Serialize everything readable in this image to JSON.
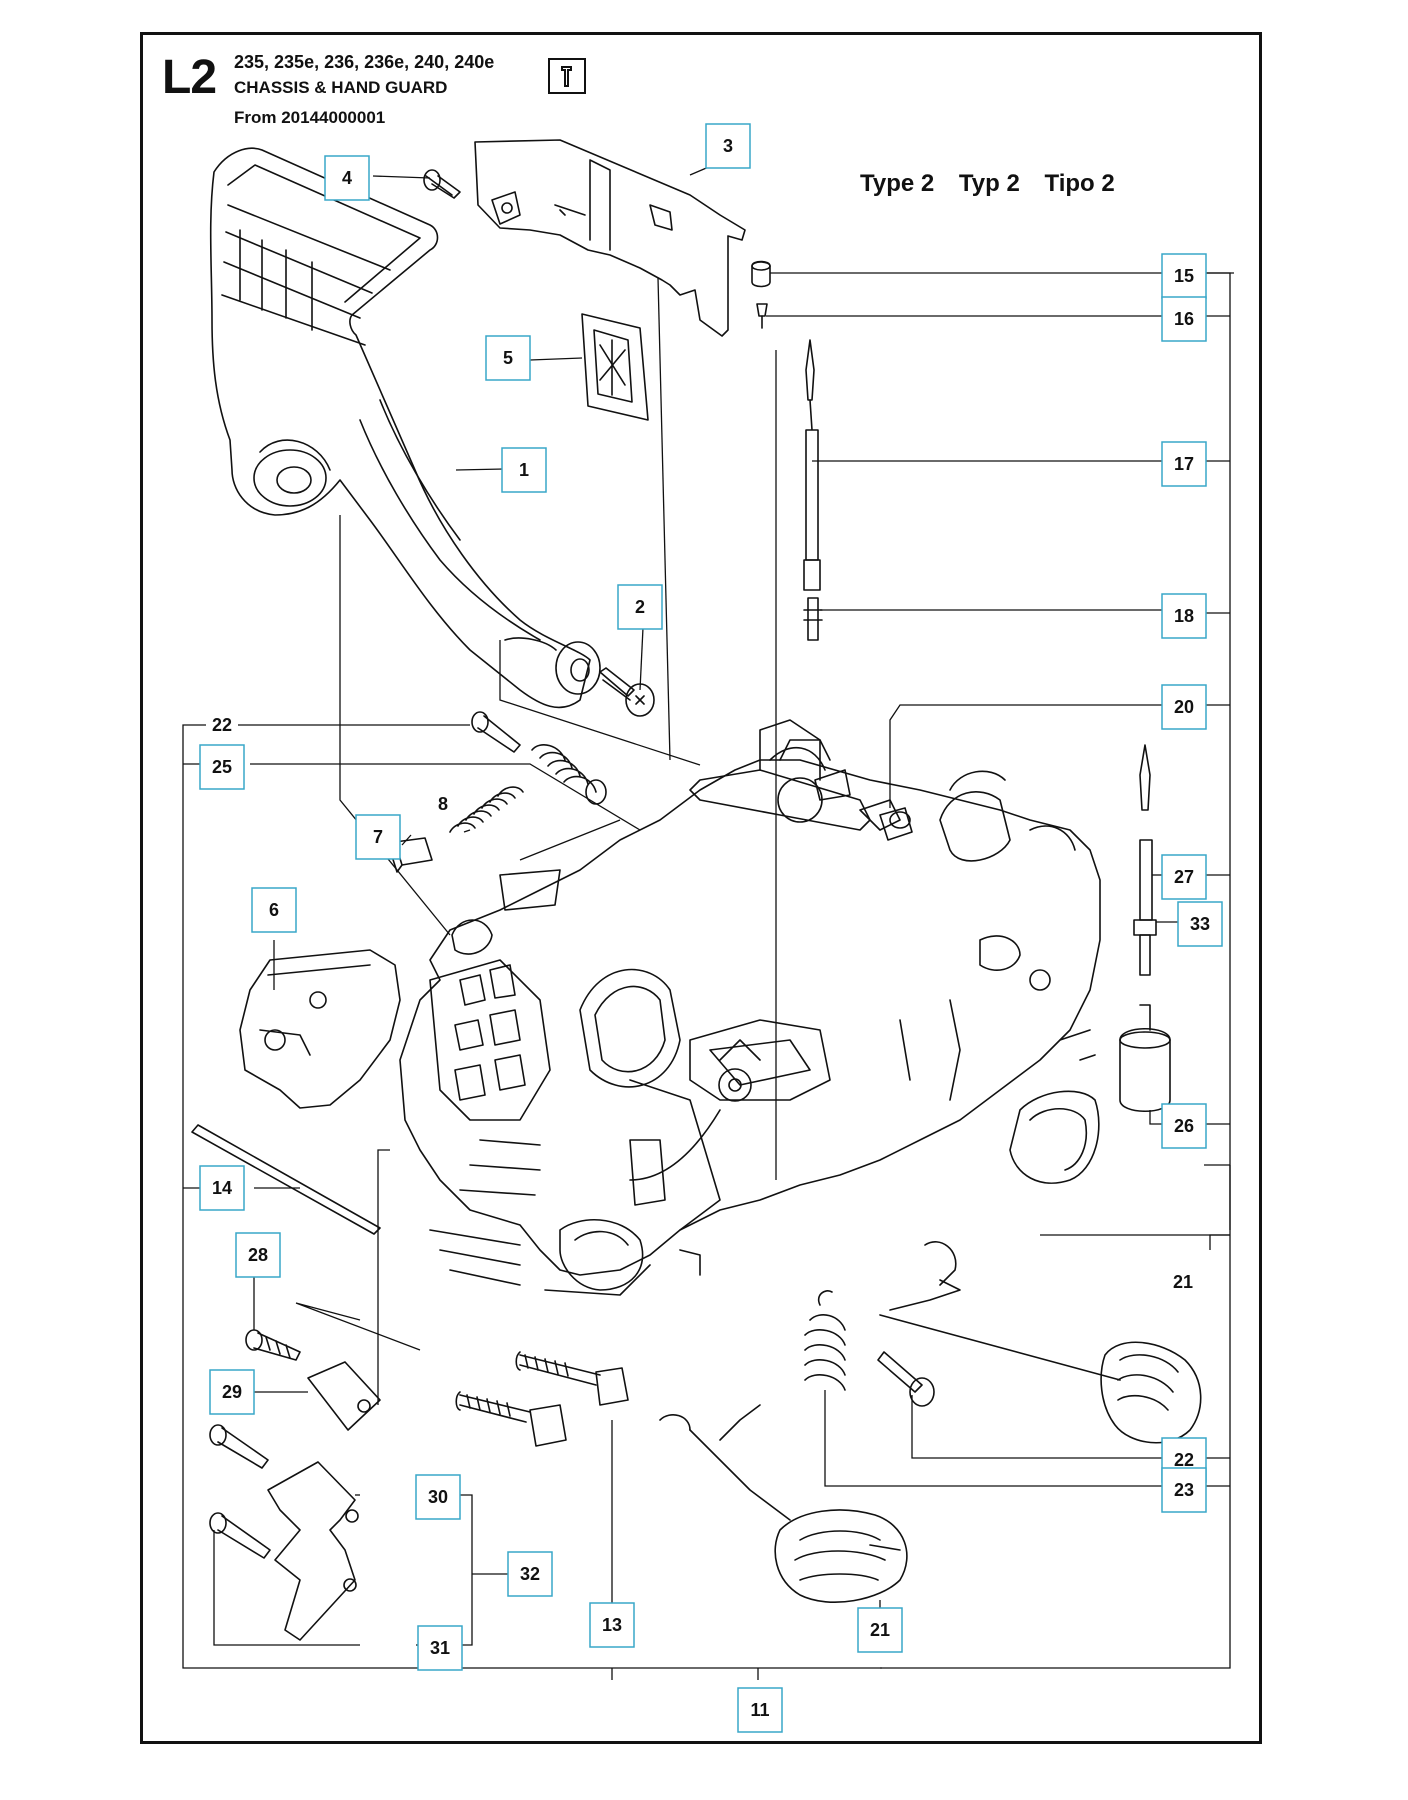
{
  "header": {
    "code": "L2",
    "models": "235, 235e, 236, 236e, 240, 240e",
    "title": "CHASSIS & HAND GUARD",
    "from": "From 20144000001",
    "tool_icon": "wrench-icon"
  },
  "types": [
    "Type 2",
    "Typ 2",
    "Tipo 2"
  ],
  "callouts": [
    {
      "id": "c1",
      "text": "1",
      "boxed": true
    },
    {
      "id": "c2",
      "text": "2",
      "boxed": true
    },
    {
      "id": "c3",
      "text": "3",
      "boxed": true
    },
    {
      "id": "c4",
      "text": "4",
      "boxed": true
    },
    {
      "id": "c5",
      "text": "5",
      "boxed": true
    },
    {
      "id": "c6",
      "text": "6",
      "boxed": true
    },
    {
      "id": "c7",
      "text": "7",
      "boxed": true
    },
    {
      "id": "c8",
      "text": "8",
      "boxed": false
    },
    {
      "id": "c11",
      "text": "11",
      "boxed": true
    },
    {
      "id": "c13",
      "text": "13",
      "boxed": true
    },
    {
      "id": "c14",
      "text": "14",
      "boxed": true
    },
    {
      "id": "c15",
      "text": "15",
      "boxed": true
    },
    {
      "id": "c16",
      "text": "16",
      "boxed": true
    },
    {
      "id": "c17",
      "text": "17",
      "boxed": true
    },
    {
      "id": "c18",
      "text": "18",
      "boxed": true
    },
    {
      "id": "c20",
      "text": "20",
      "boxed": true
    },
    {
      "id": "c21a",
      "text": "21",
      "boxed": false
    },
    {
      "id": "c21b",
      "text": "21",
      "boxed": true
    },
    {
      "id": "c22a",
      "text": "22",
      "boxed": false
    },
    {
      "id": "c22b",
      "text": "22",
      "boxed": true
    },
    {
      "id": "c23",
      "text": "23",
      "boxed": true
    },
    {
      "id": "c25",
      "text": "25",
      "boxed": true
    },
    {
      "id": "c26",
      "text": "26",
      "boxed": true
    },
    {
      "id": "c27",
      "text": "27",
      "boxed": true
    },
    {
      "id": "c28",
      "text": "28",
      "boxed": true
    },
    {
      "id": "c29",
      "text": "29",
      "boxed": true
    },
    {
      "id": "c30",
      "text": "30",
      "boxed": true
    },
    {
      "id": "c31",
      "text": "31",
      "boxed": true
    },
    {
      "id": "c32",
      "text": "32",
      "boxed": true
    },
    {
      "id": "c33",
      "text": "33",
      "boxed": true
    }
  ],
  "colors": {
    "line": "#111111",
    "callout_border": "#39a7c9",
    "background": "#ffffff"
  }
}
